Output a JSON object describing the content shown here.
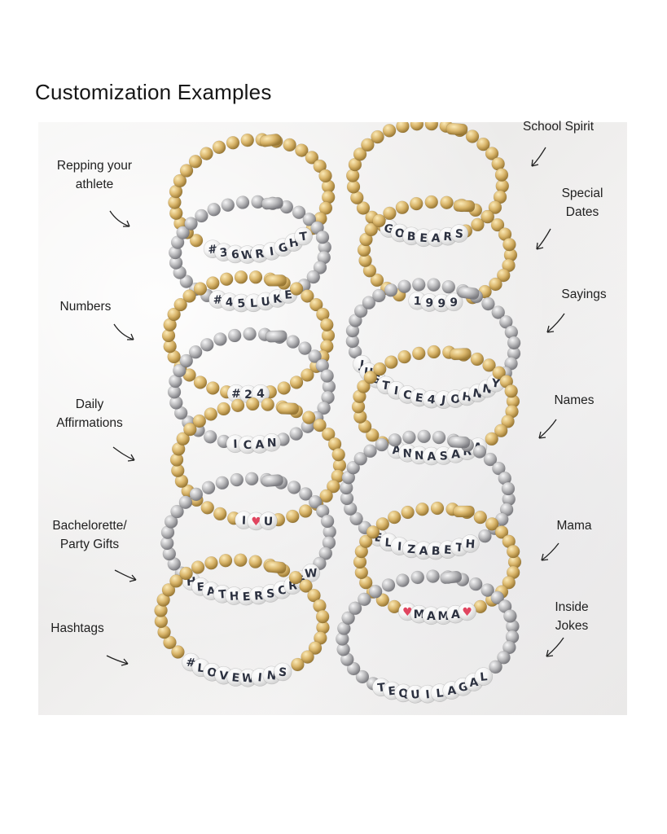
{
  "title": "Customization Examples",
  "left_labels": [
    {
      "line1": "Repping your",
      "line2": "athlete"
    },
    {
      "line1": "Numbers",
      "line2": ""
    },
    {
      "line1": "Daily",
      "line2": "Affirmations"
    },
    {
      "line1": "Bachelorette/",
      "line2": "Party Gifts"
    },
    {
      "line1": "Hashtags",
      "line2": ""
    }
  ],
  "right_labels": [
    {
      "line1": "School Spirit",
      "line2": ""
    },
    {
      "line1": "Special",
      "line2": "Dates"
    },
    {
      "line1": "Sayings",
      "line2": ""
    },
    {
      "line1": "Names",
      "line2": ""
    },
    {
      "line1": "Mama",
      "line2": ""
    },
    {
      "line1": "Inside",
      "line2": "Jokes"
    }
  ],
  "bracelet_texts": {
    "left": [
      "#36WRIGHT",
      "#45LUKE",
      "#24",
      "ICAN",
      "I♥U",
      "HEATHERSCREW",
      "#LOVEWINS"
    ],
    "right": [
      "GOBEARS",
      "1999",
      "JUSTICE4JOHNNY",
      "ANNASARA",
      "ELIZABETH",
      "♥MAMA♥",
      "TEQUILAGAL"
    ]
  },
  "colors": {
    "gold": "#d9b56a",
    "silver": "#b9b9bb",
    "letter_bead": "#ffffff",
    "letter_ink": "#2c3140",
    "heart": "#e0455f"
  }
}
